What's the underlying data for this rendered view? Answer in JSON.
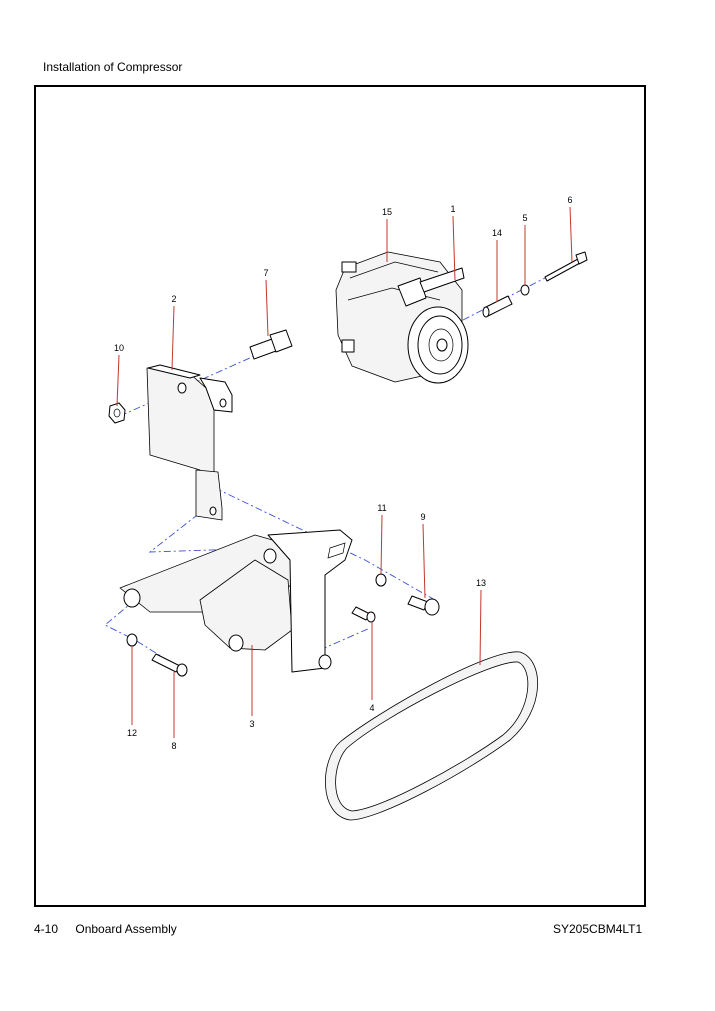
{
  "page": {
    "title": "Installation of Compressor",
    "footer_page": "4-10",
    "footer_section": "Onboard Assembly",
    "footer_code": "SY205CBM4LT1"
  },
  "callouts": [
    "1",
    "2",
    "3",
    "4",
    "5",
    "6",
    "7",
    "8",
    "9",
    "10",
    "11",
    "12",
    "13",
    "14",
    "15"
  ]
}
